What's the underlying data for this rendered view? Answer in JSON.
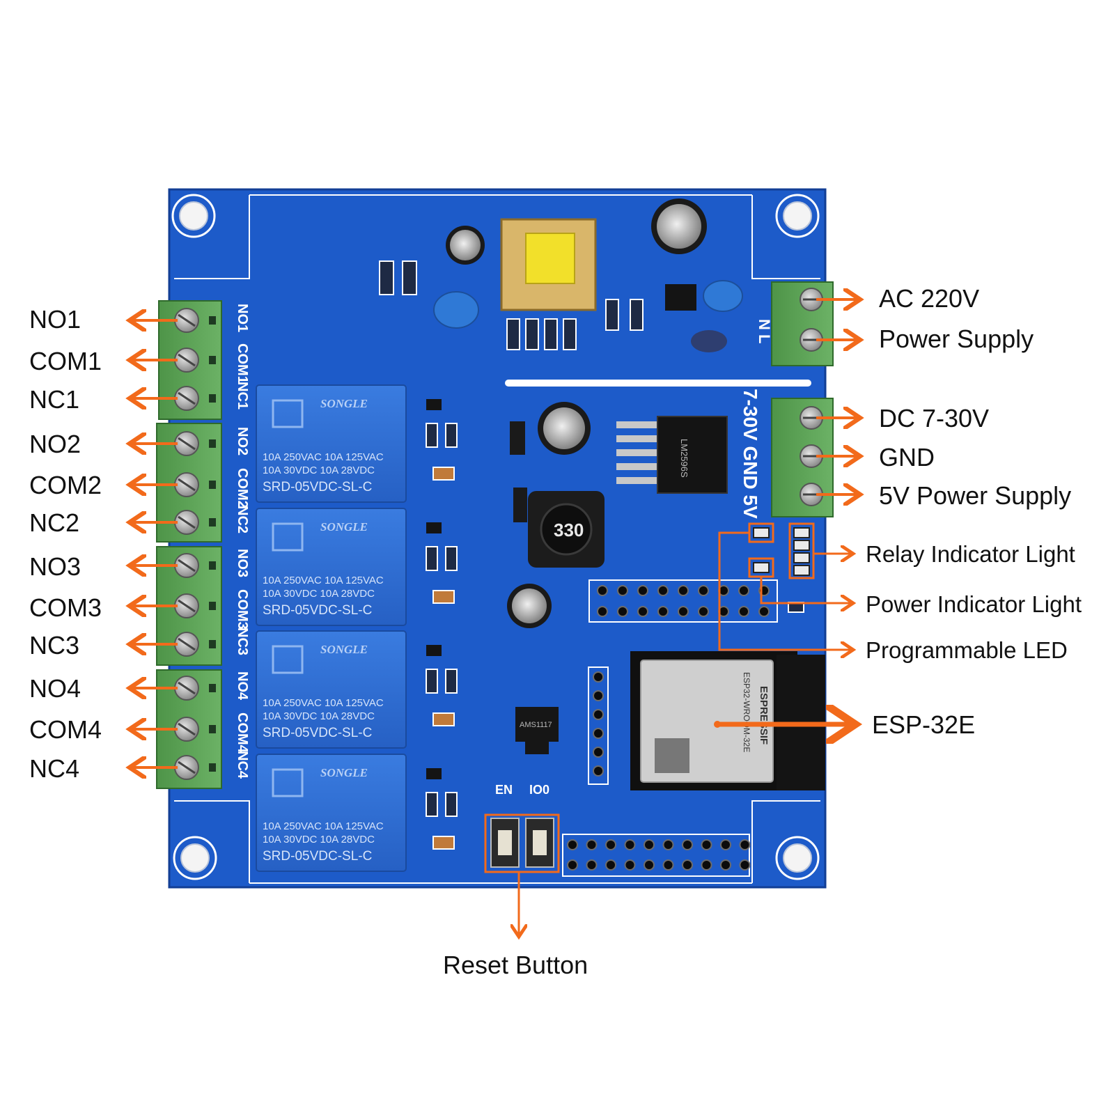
{
  "colors": {
    "arrow": "#F26A1B",
    "board": "#1D5BC9",
    "board_edge": "#1A4FB0",
    "terminal": "#5EA35A",
    "relay": "#2E6FD3",
    "silkscreen": "#FFFFFF"
  },
  "left_labels": {
    "no1": "NO1",
    "com1": "COM1",
    "nc1": "NC1",
    "no2": "NO2",
    "com2": "COM2",
    "nc2": "NC2",
    "no3": "NO3",
    "com3": "COM3",
    "nc3": "NC3",
    "no4": "NO4",
    "com4": "COM4",
    "nc4": "NC4"
  },
  "right_labels": {
    "ac": "AC 220V",
    "power_supply": "Power Supply",
    "dc": "DC 7-30V",
    "gnd": "GND",
    "v5": "5V Power Supply",
    "relay_led": "Relay Indicator Light",
    "power_led": "Power Indicator Light",
    "prog_led": "Programmable LED",
    "esp": "ESP-32E"
  },
  "bottom_label": "Reset Button",
  "board": {
    "relay_brand": "SONGLE",
    "relay_rating_1": "10A 250VAC  10A 125VAC",
    "relay_rating_2": "10A  30VDC  10A  28VDC",
    "relay_model": "SRD-05VDC-SL-C",
    "silk_left": [
      "NO1",
      "COM1",
      "NC1",
      "NO2",
      "COM2",
      "NC2",
      "NO3",
      "COM3",
      "NC3",
      "NO4",
      "COM4",
      "NC4"
    ],
    "silk_power": "7-30V GND 5V",
    "silk_ac": "N  L",
    "button_en": "EN",
    "button_io0": "IO0",
    "inductor": "330",
    "regulator": "LM2596S",
    "ldo": "AMS1117",
    "module_brand": "ESPRESSIF",
    "module_model": "ESP32-WROOM-32E"
  }
}
